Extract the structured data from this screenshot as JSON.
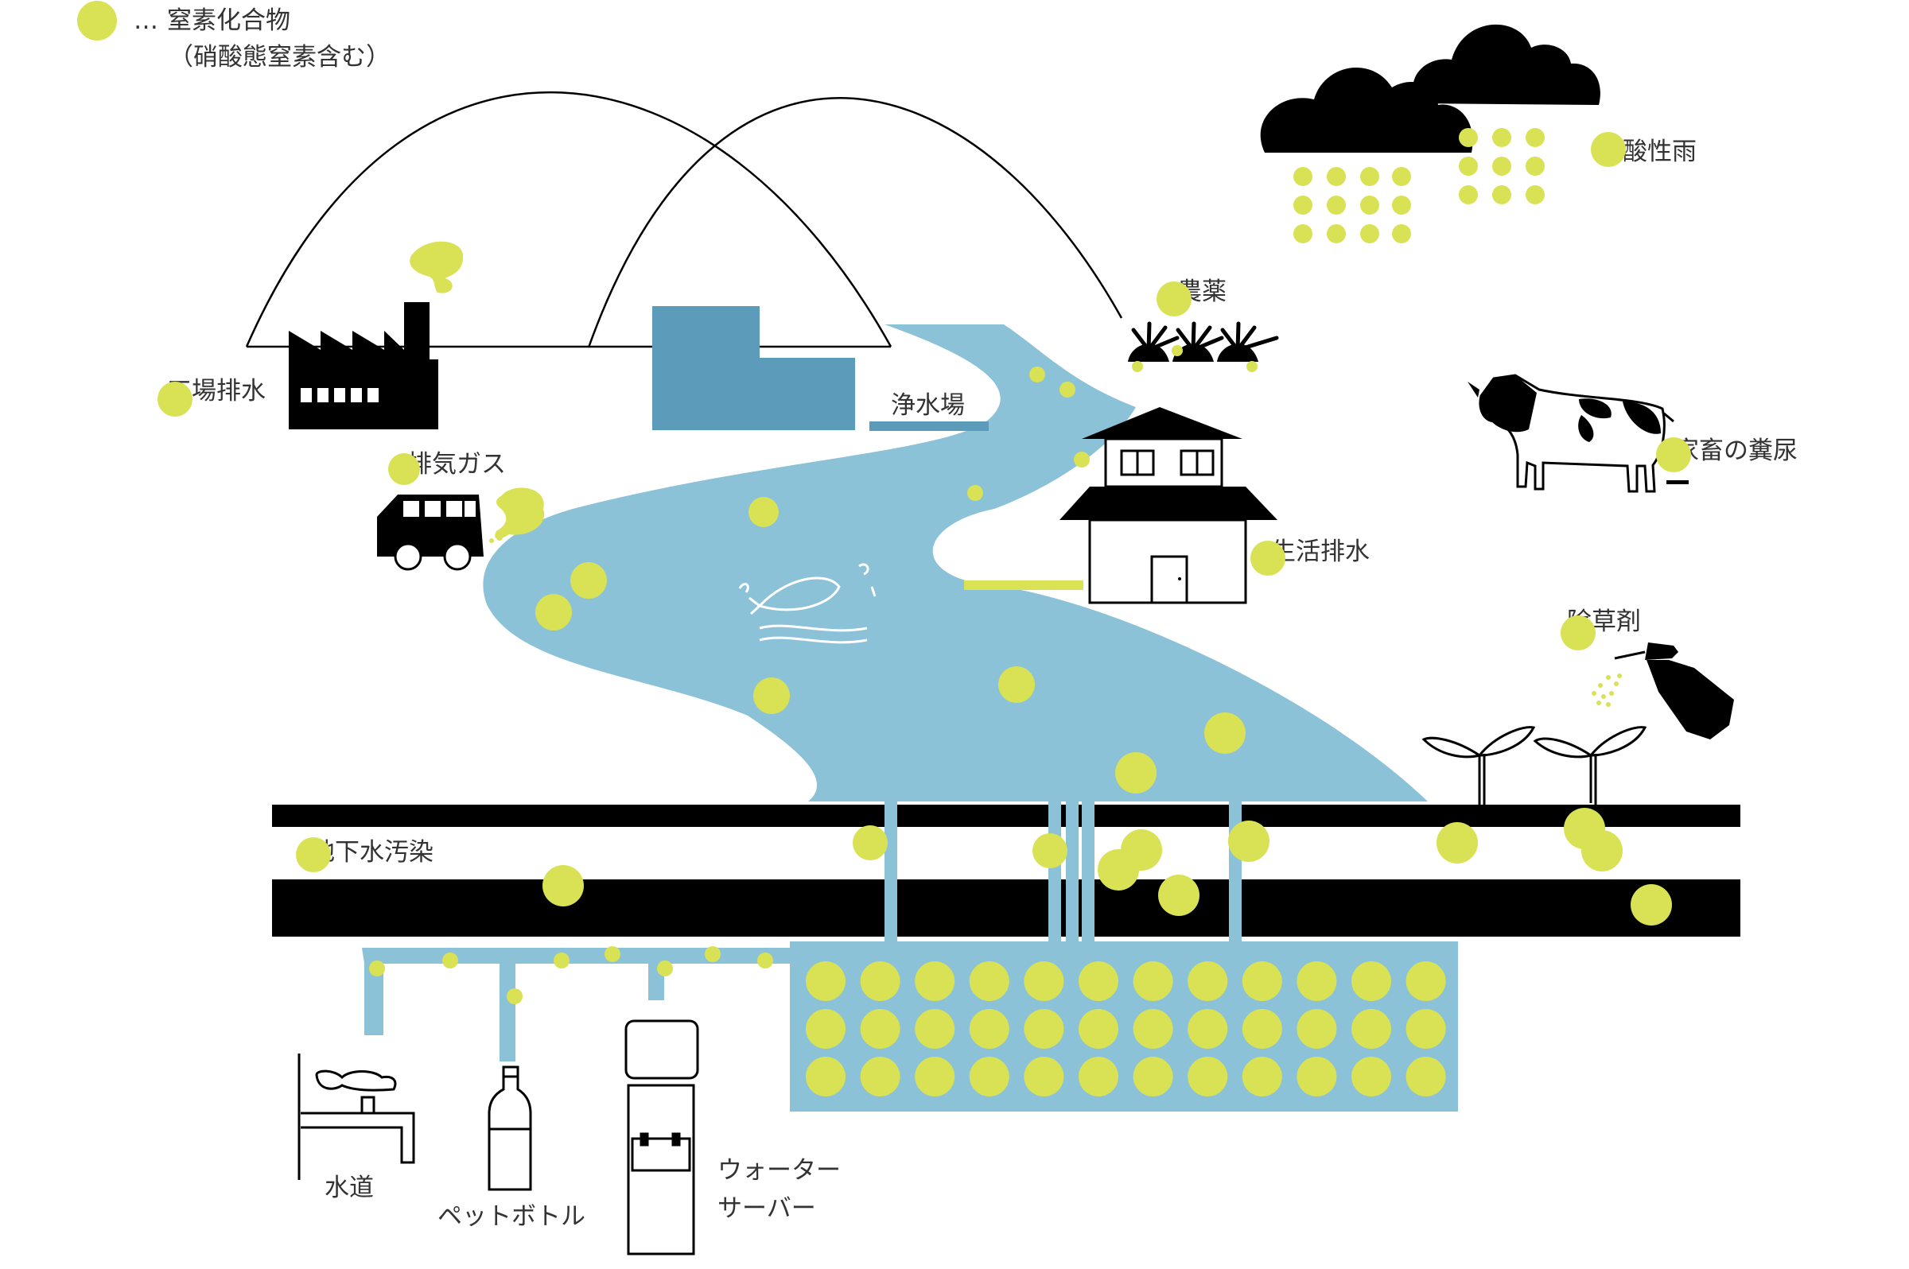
{
  "legend": {
    "marker_prefix": "…",
    "title": "窒素化合物",
    "note": "（硝酸態窒素含む）"
  },
  "labels": {
    "acid_rain": "酸性雨",
    "pesticide": "農薬",
    "factory_drainage": "工場排水",
    "water_plant": "浄水場",
    "exhaust_gas": "排気ガス",
    "livestock_waste": "家畜の糞尿",
    "household_drainage": "生活排水",
    "herbicide": "除草剤",
    "groundwater_pollution": "地下水汚染",
    "tap_water": "水道",
    "pet_bottle": "ペットボトル",
    "water_server_line1": "ウォーター",
    "water_server_line2": "サーバー"
  },
  "icons": {
    "cloud": "cloud-icon",
    "factory": "factory-icon",
    "car": "car-icon",
    "house": "house-icon",
    "cow": "cow-icon",
    "spray": "spray-bottle-icon",
    "sprout": "sprout-icon",
    "faucet": "faucet-icon",
    "bottle": "bottle-icon",
    "server": "water-server-icon",
    "fish": "fish-icon"
  },
  "colors": {
    "nitrogen": "#d8e254",
    "water": "#8bc2d8",
    "plant_building": "#5c9bba",
    "ink": "#000000",
    "text": "#333333"
  }
}
